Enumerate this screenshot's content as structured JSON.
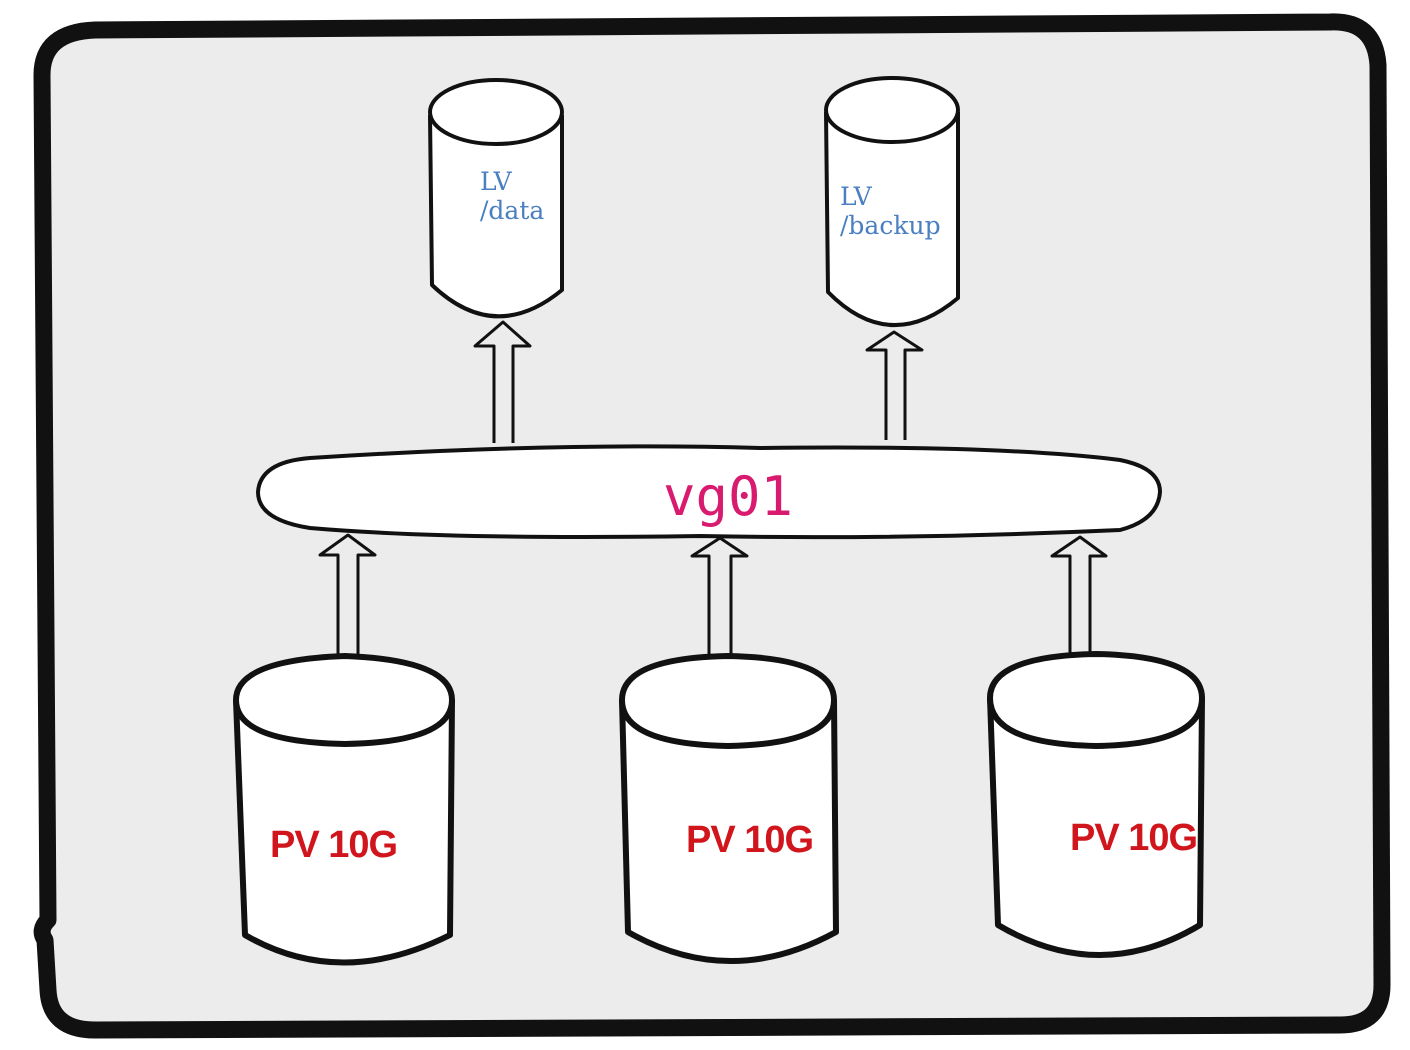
{
  "colors": {
    "frame_stroke": "#111111",
    "canvas_fill": "#ececec",
    "shape_stroke": "#111111",
    "shape_fill": "#ffffff",
    "lv_text": "#4a7fc1",
    "vg_text": "#d81b6f",
    "pv_text": "#d0151d"
  },
  "diagram": {
    "logical_volumes": [
      {
        "line1": "LV",
        "line2": "/data"
      },
      {
        "line1": "LV",
        "line2": "/backup"
      }
    ],
    "volume_group": {
      "label": "vg01"
    },
    "physical_volumes": [
      {
        "label": "PV 10G"
      },
      {
        "label": "PV 10G"
      },
      {
        "label": "PV 10G"
      }
    ]
  }
}
